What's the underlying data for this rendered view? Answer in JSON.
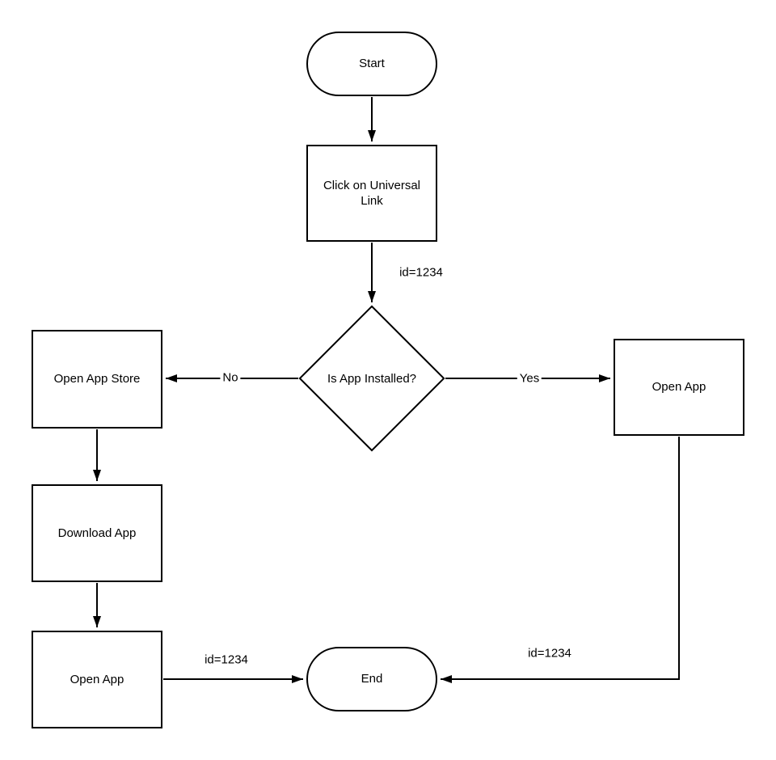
{
  "diagram": {
    "type": "flowchart",
    "background_color": "#ffffff",
    "stroke_color": "#000000",
    "text_color": "#000000",
    "nodes": {
      "start": {
        "label": "Start",
        "shape": "terminator"
      },
      "click_link": {
        "label": "Click on Universal Link",
        "shape": "process"
      },
      "is_installed": {
        "label": "Is App Installed?",
        "shape": "decision"
      },
      "open_app_store": {
        "label": "Open App Store",
        "shape": "process"
      },
      "open_app_yes": {
        "label": "Open App",
        "shape": "process"
      },
      "download_app": {
        "label": "Download App",
        "shape": "process"
      },
      "open_app_no": {
        "label": "Open App",
        "shape": "process"
      },
      "end": {
        "label": "End",
        "shape": "terminator"
      }
    },
    "edges": {
      "start_to_click": {
        "from": "start",
        "to": "click_link",
        "label": ""
      },
      "click_to_decision": {
        "from": "click_link",
        "to": "is_installed",
        "label": "id=1234"
      },
      "decision_no": {
        "from": "is_installed",
        "to": "open_app_store",
        "label": "No"
      },
      "decision_yes": {
        "from": "is_installed",
        "to": "open_app_yes",
        "label": "Yes"
      },
      "store_to_download": {
        "from": "open_app_store",
        "to": "download_app",
        "label": ""
      },
      "download_to_open": {
        "from": "download_app",
        "to": "open_app_no",
        "label": ""
      },
      "open_no_to_end": {
        "from": "open_app_no",
        "to": "end",
        "label": "id=1234"
      },
      "open_yes_to_end": {
        "from": "open_app_yes",
        "to": "end",
        "label": "id=1234"
      }
    }
  }
}
